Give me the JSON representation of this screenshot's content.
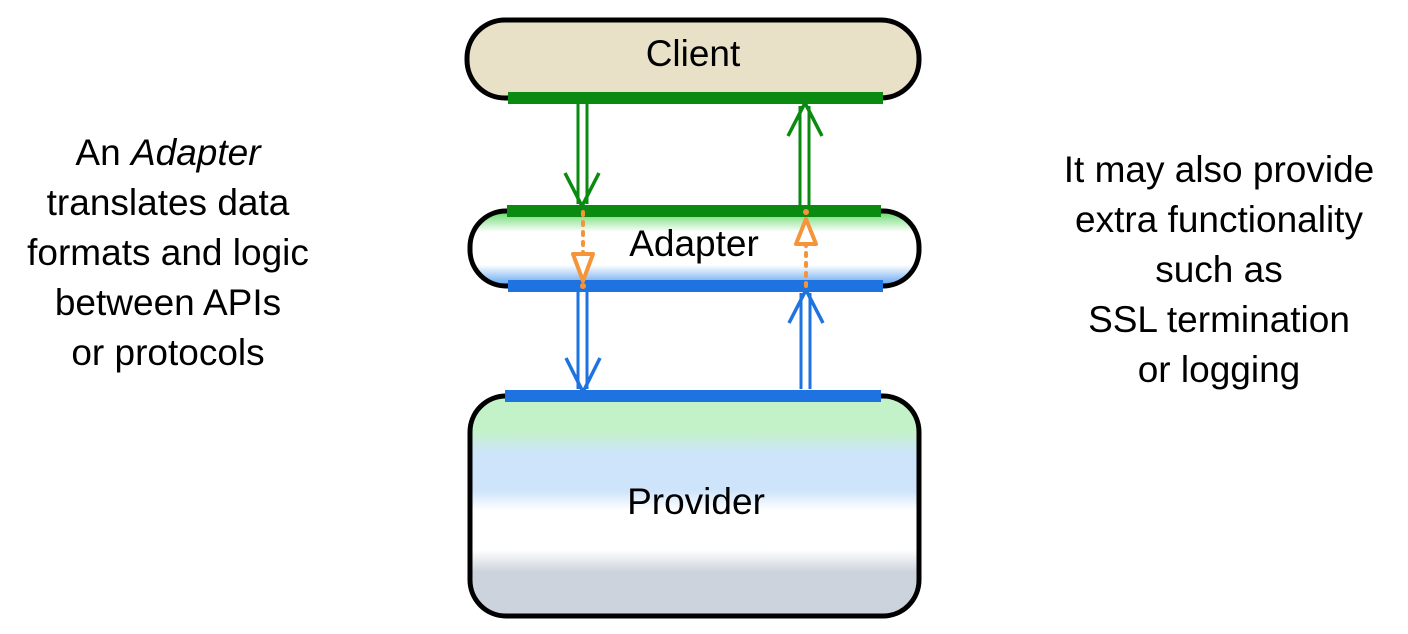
{
  "diagram": {
    "nodes": {
      "client": {
        "label": "Client"
      },
      "adapter": {
        "label": "Adapter"
      },
      "provider": {
        "label": "Provider"
      }
    },
    "colors": {
      "client_fill": "#e8e0c7",
      "client_side": "#0a8a10",
      "provider_side": "#1e73e0",
      "adapter_internal": "#f5953a",
      "provider_green": "#c4f2c8",
      "provider_blue": "#cde4fb",
      "provider_gray": "#cdd3dc",
      "outline": "#000000"
    },
    "connectors": [
      {
        "from": "client",
        "to": "adapter",
        "style": "double-line-open-arrow",
        "color": "client_side"
      },
      {
        "from": "adapter",
        "to": "client",
        "style": "double-line-open-arrow",
        "color": "client_side"
      },
      {
        "from": "adapter",
        "to": "provider",
        "style": "double-line-open-arrow",
        "color": "provider_side"
      },
      {
        "from": "provider",
        "to": "adapter",
        "style": "double-line-open-arrow",
        "color": "provider_side"
      },
      {
        "from": "adapter-top",
        "to": "adapter-bottom",
        "style": "dotted-triangle-arrow",
        "color": "adapter_internal"
      },
      {
        "from": "adapter-bottom",
        "to": "adapter-top",
        "style": "dotted-triangle-arrow",
        "color": "adapter_internal"
      }
    ]
  },
  "notes": {
    "left": {
      "prefix": "An ",
      "emphasis": "Adapter",
      "lines": [
        "translates data",
        "formats and logic",
        "between APIs",
        "or protocols"
      ]
    },
    "right": {
      "lines": [
        "It may also provide",
        "extra functionality",
        "such as",
        "SSL termination",
        "or logging"
      ]
    }
  }
}
